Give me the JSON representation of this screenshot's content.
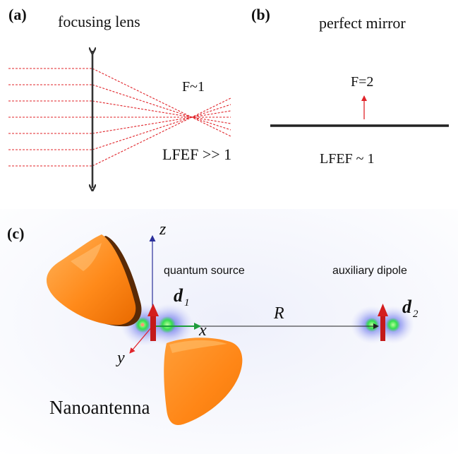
{
  "panel_a": {
    "tag": "(a)",
    "title": "focusing lens",
    "focus_factor": "F~1",
    "lfef": "LFEF >> 1"
  },
  "panel_b": {
    "tag": "(b)",
    "title": "perfect mirror",
    "focus_factor": "F=2",
    "lfef": "LFEF ~ 1"
  },
  "panel_c": {
    "tag": "(c)",
    "axis_z": "z",
    "axis_x": "x",
    "axis_y": "y",
    "source_label": "quantum source",
    "aux_label": "auxiliary dipole",
    "dipole1": "d",
    "dipole1_sub": "1",
    "dipole2": "d",
    "dipole2_sub": "2",
    "distance": "R",
    "antenna_label": "Nanoantenna"
  },
  "colors": {
    "ray_red": "#e0242a",
    "arrow_red": "#d41e1e",
    "antenna_orange": "#ff8a1a",
    "axis_blue": "#2b2f9a",
    "axis_green": "#1f9c3c",
    "field_blue": "#5a66e8",
    "field_green": "#2ee04a"
  }
}
